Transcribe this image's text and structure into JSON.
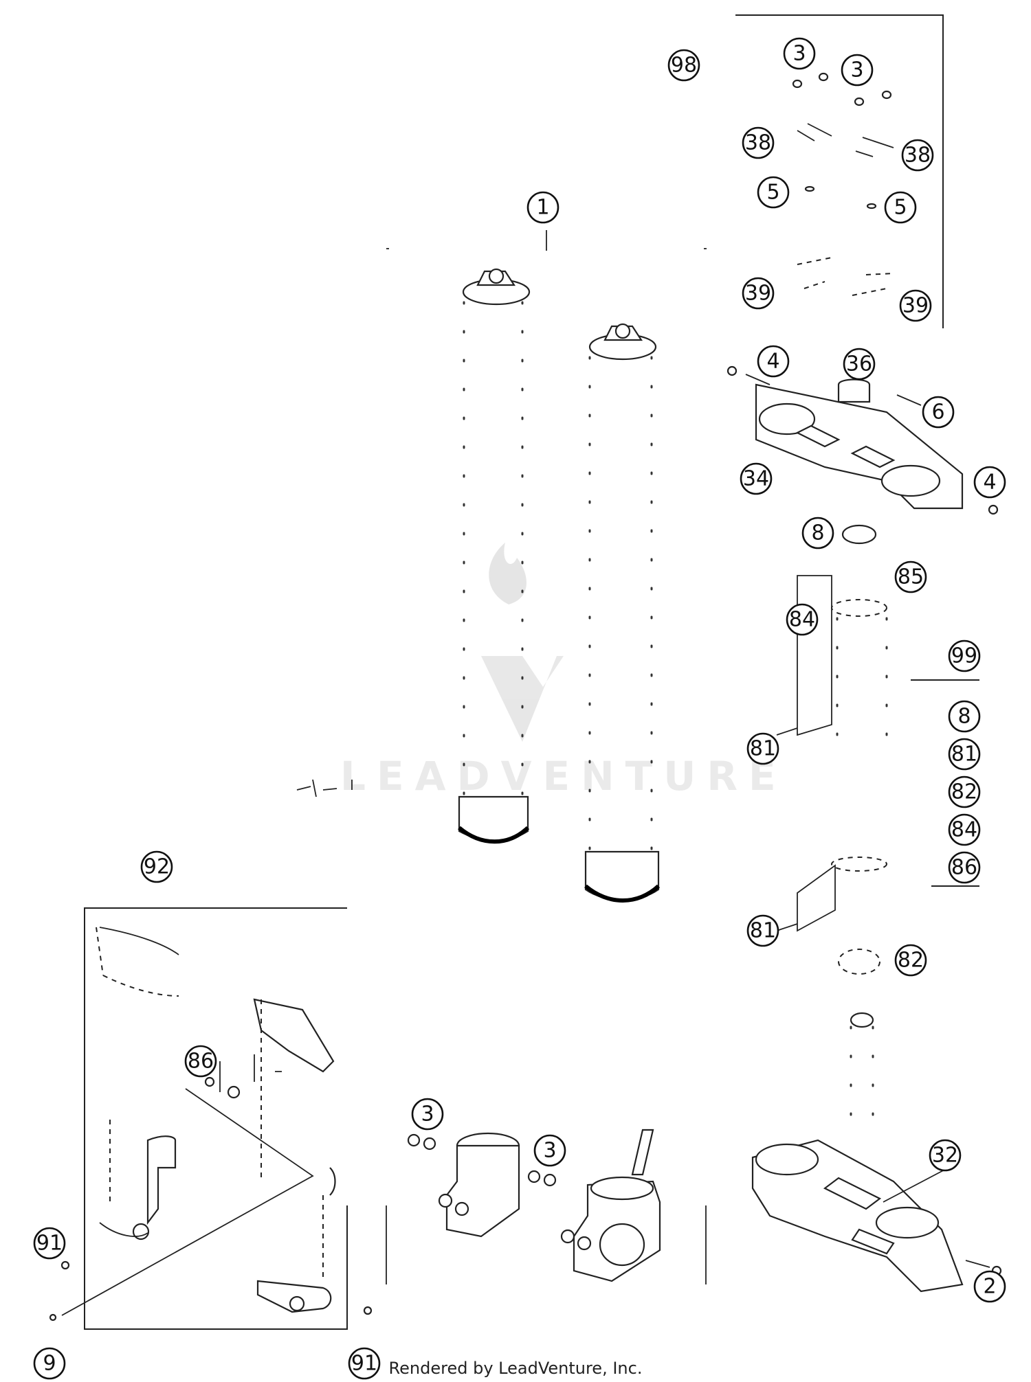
{
  "callouts": [
    "1",
    "2",
    "3",
    "4",
    "5",
    "6",
    "8",
    "9",
    "32",
    "34",
    "36",
    "38",
    "39",
    "81",
    "82",
    "84",
    "85",
    "86",
    "91",
    "92",
    "98",
    "99"
  ],
  "kit_99_contents": [
    "8",
    "81",
    "82",
    "84",
    "86"
  ],
  "watermark": {
    "brand": "LEADVENTURE"
  },
  "footer": {
    "rendered_by": "Rendered by LeadVenture, Inc."
  }
}
